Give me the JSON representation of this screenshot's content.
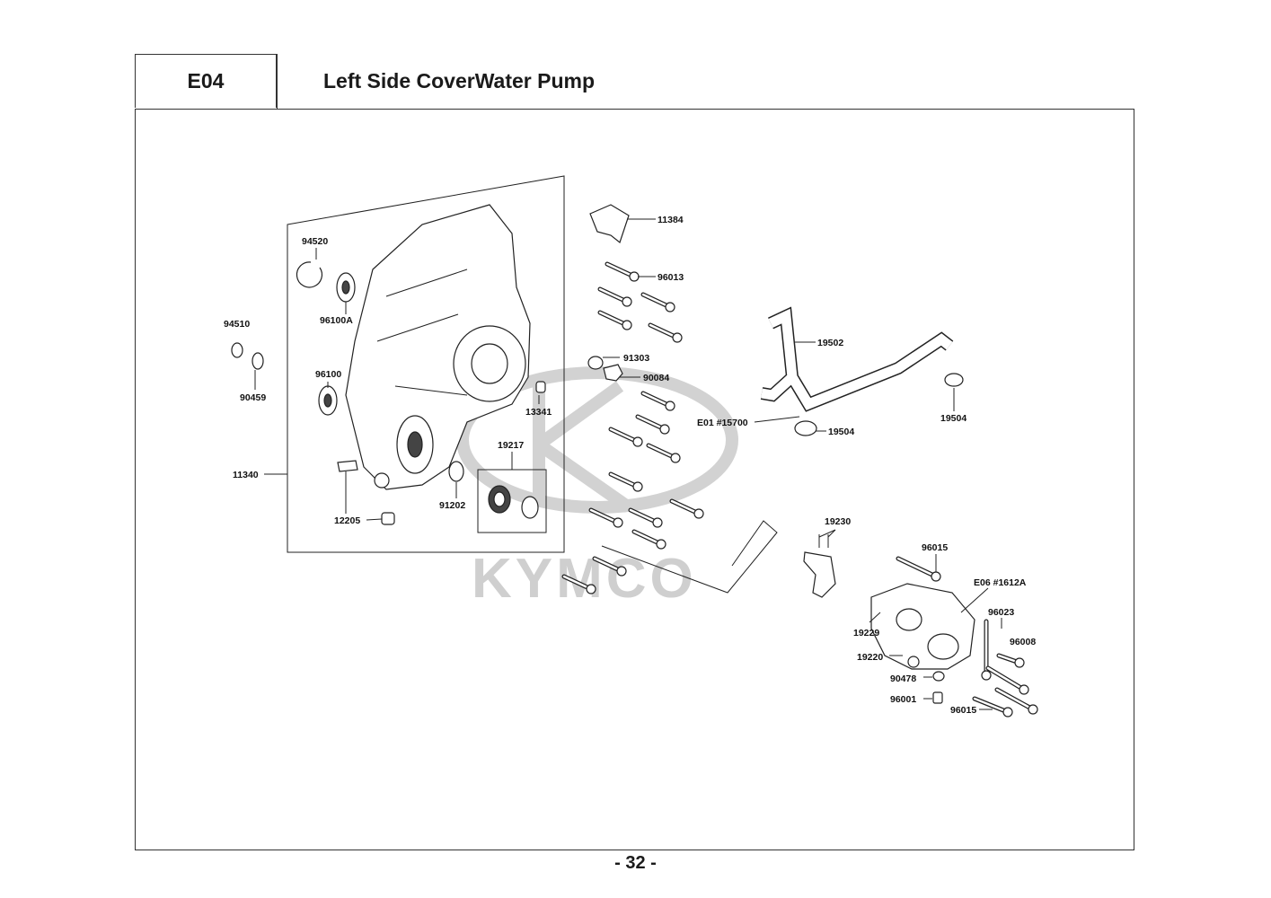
{
  "header": {
    "code": "E04",
    "title": "Left Side CoverWater Pump"
  },
  "page_number": "- 32 -",
  "watermark": "KYMCO",
  "callouts": [
    {
      "id": "c-11384",
      "text": "11384"
    },
    {
      "id": "c-96013",
      "text": "96013"
    },
    {
      "id": "c-94520",
      "text": "94520"
    },
    {
      "id": "c-96100A",
      "text": "96100A"
    },
    {
      "id": "c-94510",
      "text": "94510"
    },
    {
      "id": "c-90459",
      "text": "90459"
    },
    {
      "id": "c-96100",
      "text": "96100"
    },
    {
      "id": "c-91303",
      "text": "91303"
    },
    {
      "id": "c-90084",
      "text": "90084"
    },
    {
      "id": "c-13341",
      "text": "13341"
    },
    {
      "id": "c-19502",
      "text": "19502"
    },
    {
      "id": "c-19504a",
      "text": "19504"
    },
    {
      "id": "c-E01",
      "text": "E01 #15700"
    },
    {
      "id": "c-19504b",
      "text": "19504"
    },
    {
      "id": "c-19217",
      "text": "19217"
    },
    {
      "id": "c-11340",
      "text": "11340"
    },
    {
      "id": "c-91202",
      "text": "91202"
    },
    {
      "id": "c-12205",
      "text": "12205"
    },
    {
      "id": "c-19230",
      "text": "19230"
    },
    {
      "id": "c-96015a",
      "text": "96015"
    },
    {
      "id": "c-E06",
      "text": "E06 #1612A"
    },
    {
      "id": "c-96023",
      "text": "96023"
    },
    {
      "id": "c-19229",
      "text": "19229"
    },
    {
      "id": "c-96008",
      "text": "96008"
    },
    {
      "id": "c-19220",
      "text": "19220"
    },
    {
      "id": "c-90478",
      "text": "90478"
    },
    {
      "id": "c-96001",
      "text": "96001"
    },
    {
      "id": "c-96015b",
      "text": "96015"
    }
  ]
}
